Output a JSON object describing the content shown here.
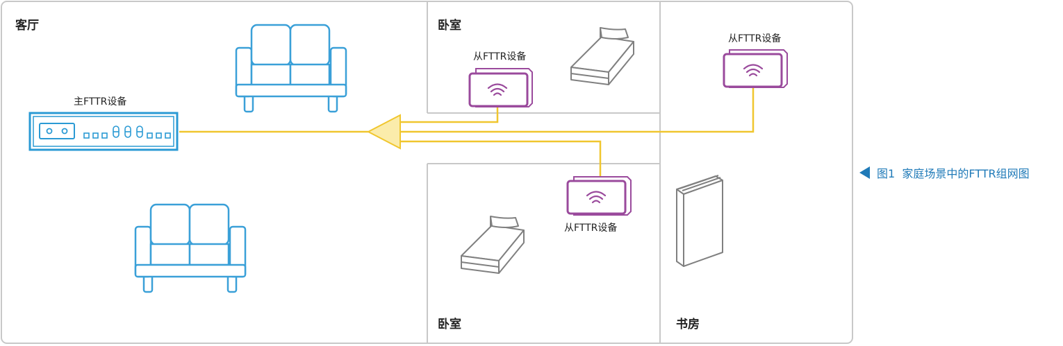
{
  "rooms": {
    "living_room": "客厅",
    "bedroom_top": "卧室",
    "bedroom_bottom": "卧室",
    "study": "书房"
  },
  "devices": {
    "main_label": "主FTTR设备",
    "slave_bedroom_top_label": "从FTTR设备",
    "slave_study_label": "从FTTR设备",
    "slave_bedroom_bottom_label": "从FTTR设备"
  },
  "caption": {
    "text": "图1  家庭场景中的FTTR组网图"
  },
  "colors": {
    "wall": "#c8c8c8",
    "fiber": "#f0c62e",
    "splitter_fill": "#fbecab",
    "main_device": "#2a9ad4",
    "slave_device": "#9a4a9c",
    "furniture": "#3aa0d8",
    "bed": "#808080",
    "caption": "#1f7ab8"
  }
}
